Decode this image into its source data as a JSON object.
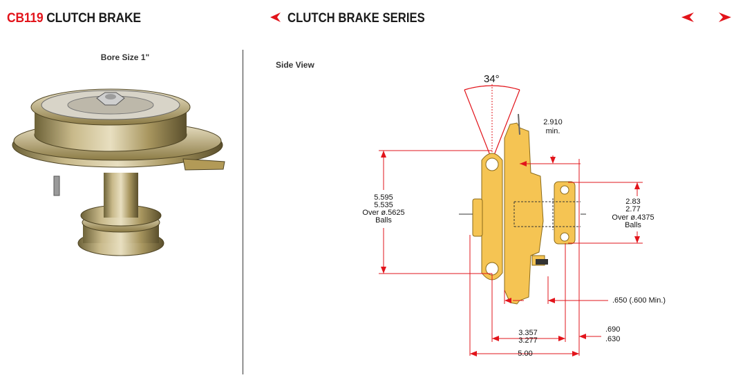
{
  "header": {
    "code": "CB119",
    "title": "CLUTCH BRAKE",
    "series": "CLUTCH BRAKE SERIES"
  },
  "left_panel": {
    "caption": "Bore Size 1\""
  },
  "right_panel": {
    "caption": "Side View"
  },
  "dimensions": {
    "angle": "34°",
    "d_2910": "2.910",
    "d_2910_sub": "min.",
    "d_5595": "5.595",
    "d_5535": "5.535",
    "d_5625": "Over ø.5625",
    "d_balls_a": "Balls",
    "d_283": "2.83",
    "d_277": "2.77",
    "d_4375": "Over ø.4375",
    "d_balls_b": "Balls",
    "d_650": ".650 (.600 Min.)",
    "d_3357": "3.357",
    "d_3277": "3.277",
    "d_690": ".690",
    "d_630": ".630",
    "d_500": "5.00"
  },
  "colors": {
    "accent": "#e2141b",
    "pulley": "#f5c453",
    "outline": "#8a6a1a"
  }
}
